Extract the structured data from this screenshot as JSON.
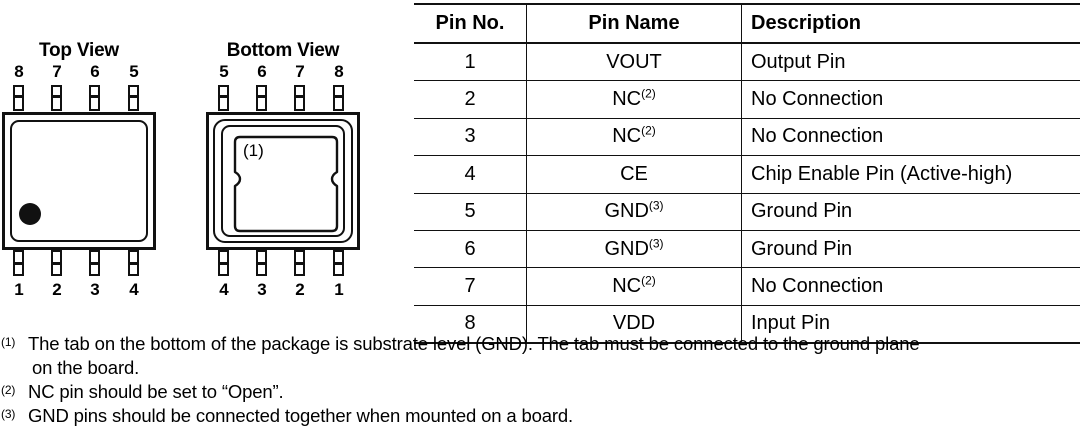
{
  "diagrams": {
    "top_view": {
      "title": "Top View",
      "top_pins": [
        "8",
        "7",
        "6",
        "5"
      ],
      "bottom_pins": [
        "1",
        "2",
        "3",
        "4"
      ],
      "pin1_marker": "pin1-dot"
    },
    "bottom_view": {
      "title": "Bottom View",
      "top_pins": [
        "5",
        "6",
        "7",
        "8"
      ],
      "bottom_pins": [
        "4",
        "3",
        "2",
        "1"
      ],
      "pad_label": "(1)"
    }
  },
  "table": {
    "headers": {
      "pin_no": "Pin No.",
      "pin_name": "Pin Name",
      "description": "Description"
    },
    "rows": [
      {
        "no": "1",
        "name": "VOUT",
        "note": "",
        "desc": "Output Pin"
      },
      {
        "no": "2",
        "name": "NC",
        "note": "(2)",
        "desc": "No Connection"
      },
      {
        "no": "3",
        "name": "NC",
        "note": "(2)",
        "desc": "No Connection"
      },
      {
        "no": "4",
        "name": "CE",
        "note": "",
        "desc": "Chip Enable Pin (Active-high)"
      },
      {
        "no": "5",
        "name": "GND",
        "note": "(3)",
        "desc": "Ground Pin"
      },
      {
        "no": "6",
        "name": "GND",
        "note": "(3)",
        "desc": "Ground Pin"
      },
      {
        "no": "7",
        "name": "NC",
        "note": "(2)",
        "desc": "No Connection"
      },
      {
        "no": "8",
        "name": "VDD",
        "note": "",
        "desc": "Input Pin"
      }
    ]
  },
  "footnotes": [
    {
      "mark": "(1)",
      "text": "The tab on the bottom of the package is substrate level (GND). The tab must be connected to the ground plane",
      "cont": "on the board."
    },
    {
      "mark": "(2)",
      "text": "NC pin should be set to “Open”.",
      "cont": ""
    },
    {
      "mark": "(3)",
      "text": "GND pins should be connected together when mounted on a board.",
      "cont": ""
    }
  ],
  "colors": {
    "ink": "#111111",
    "background": "#ffffff"
  }
}
